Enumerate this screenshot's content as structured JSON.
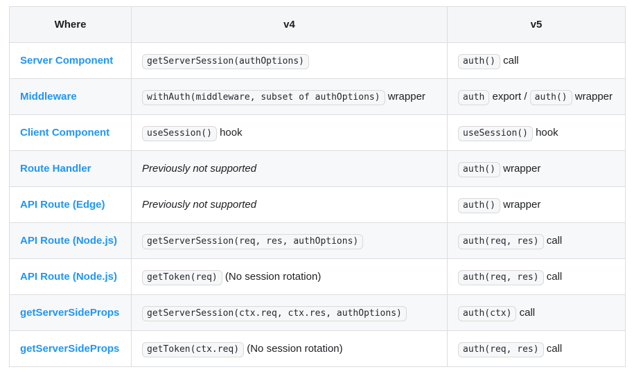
{
  "colors": {
    "accent_link": "#2196f3",
    "table_border": "#dadde1",
    "header_bg": "#f5f6f7",
    "stripe_bg": "#f7f8f9",
    "code_bg": "#f6f7f8",
    "text": "#1c1e21"
  },
  "table": {
    "headers": [
      {
        "label": "Where"
      },
      {
        "label": "v4"
      },
      {
        "label": "v5"
      }
    ],
    "rows": [
      {
        "where": "Server Component",
        "v4": [
          {
            "type": "code",
            "text": "getServerSession(authOptions)"
          }
        ],
        "v5": [
          {
            "type": "code",
            "text": "auth()"
          },
          {
            "type": "plain",
            "text": " call"
          }
        ]
      },
      {
        "where": "Middleware",
        "v4": [
          {
            "type": "code",
            "text": "withAuth(middleware, subset of authOptions)"
          },
          {
            "type": "plain",
            "text": " wrapper"
          }
        ],
        "v5": [
          {
            "type": "code",
            "text": "auth"
          },
          {
            "type": "plain",
            "text": " export / "
          },
          {
            "type": "code",
            "text": "auth()"
          },
          {
            "type": "plain",
            "text": " wrapper"
          }
        ]
      },
      {
        "where": "Client Component",
        "v4": [
          {
            "type": "code",
            "text": "useSession()"
          },
          {
            "type": "plain",
            "text": " hook"
          }
        ],
        "v5": [
          {
            "type": "code",
            "text": "useSession()"
          },
          {
            "type": "plain",
            "text": " hook"
          }
        ]
      },
      {
        "where": "Route Handler",
        "v4": [
          {
            "type": "em",
            "text": "Previously not supported"
          }
        ],
        "v5": [
          {
            "type": "code",
            "text": "auth()"
          },
          {
            "type": "plain",
            "text": " wrapper"
          }
        ]
      },
      {
        "where": "API Route (Edge)",
        "v4": [
          {
            "type": "em",
            "text": "Previously not supported"
          }
        ],
        "v5": [
          {
            "type": "code",
            "text": "auth()"
          },
          {
            "type": "plain",
            "text": " wrapper"
          }
        ]
      },
      {
        "where": "API Route (Node.js)",
        "v4": [
          {
            "type": "code",
            "text": "getServerSession(req, res, authOptions)"
          }
        ],
        "v5": [
          {
            "type": "code",
            "text": "auth(req, res)"
          },
          {
            "type": "plain",
            "text": " call"
          }
        ]
      },
      {
        "where": "API Route (Node.js)",
        "v4": [
          {
            "type": "code",
            "text": "getToken(req)"
          },
          {
            "type": "plain",
            "text": " (No session rotation)"
          }
        ],
        "v5": [
          {
            "type": "code",
            "text": "auth(req, res)"
          },
          {
            "type": "plain",
            "text": " call"
          }
        ]
      },
      {
        "where": "getServerSideProps",
        "v4": [
          {
            "type": "code",
            "text": "getServerSession(ctx.req, ctx.res, authOptions)"
          }
        ],
        "v5": [
          {
            "type": "code",
            "text": "auth(ctx)"
          },
          {
            "type": "plain",
            "text": " call"
          }
        ]
      },
      {
        "where": "getServerSideProps",
        "v4": [
          {
            "type": "code",
            "text": "getToken(ctx.req)"
          },
          {
            "type": "plain",
            "text": " (No session rotation)"
          }
        ],
        "v5": [
          {
            "type": "code",
            "text": "auth(req, res)"
          },
          {
            "type": "plain",
            "text": " call"
          }
        ]
      }
    ]
  }
}
